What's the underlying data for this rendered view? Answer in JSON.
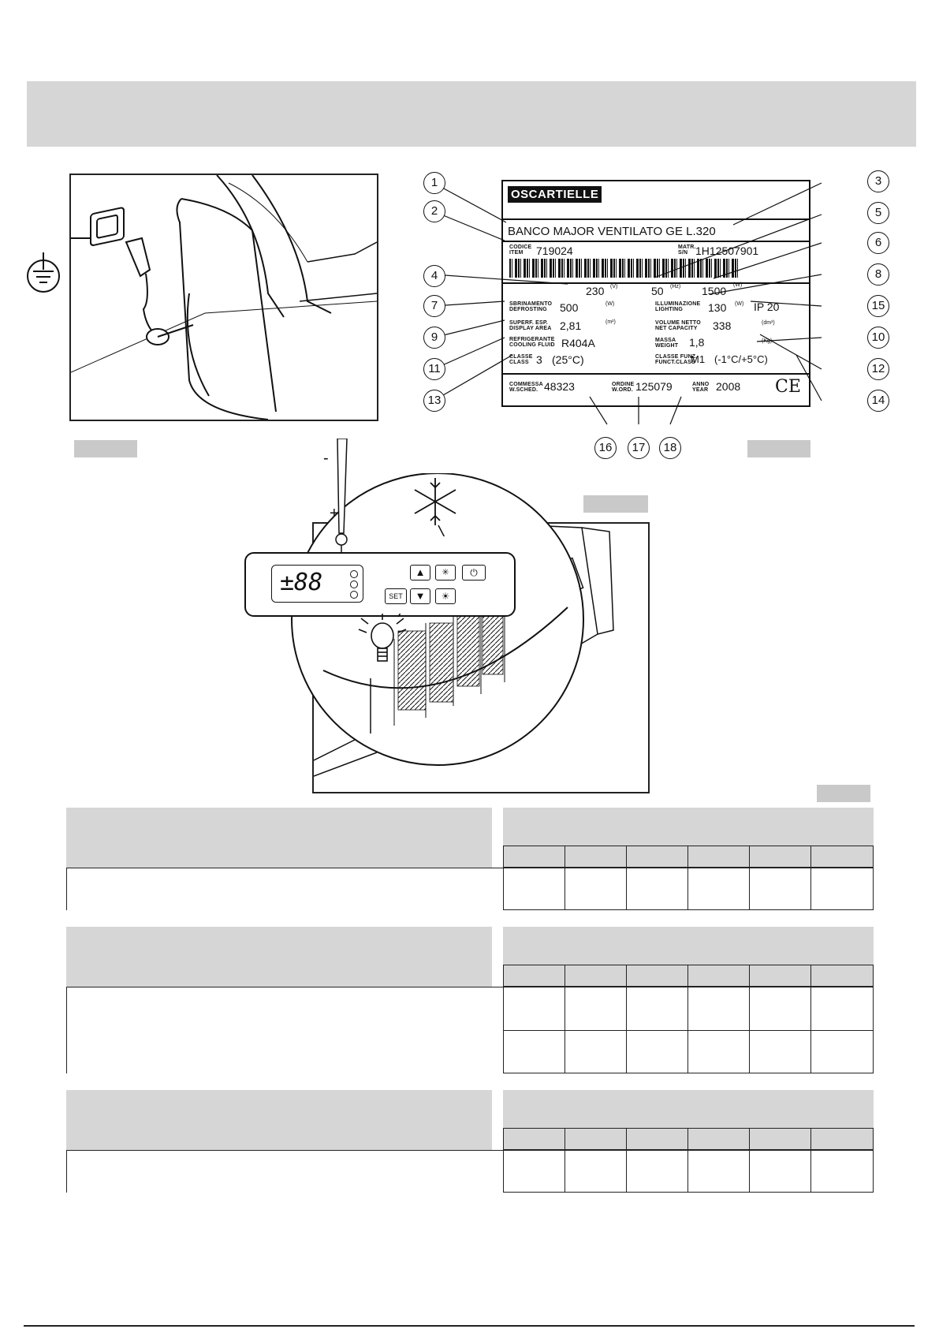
{
  "plate": {
    "brand": "OSCARTIELLE",
    "model": "BANCO MAJOR VENTILATO GE L.320",
    "codice_label": "CODICE",
    "item_label": "ITEM",
    "item": "719024",
    "matr_label": "MATR.",
    "sn_label": "S/N",
    "sn": "1H12507901",
    "voltage": "230",
    "voltage_unit": "(V)",
    "freq": "50",
    "freq_unit": "(Hz)",
    "power": "1500",
    "power_unit": "(W)",
    "sbrinamento_label": "SBRINAMENTO",
    "defrosting_label": "DEFROSTING",
    "defrost": "500",
    "defrost_unit": "(W)",
    "illuminazione_label": "ILLUMINAZIONE",
    "lighting_label": "LIGHTING",
    "lighting": "130",
    "lighting_unit": "(W)",
    "ip": "IP 20",
    "superf_label": "SUPERF. ESP.",
    "display_label": "DISPLAY AREA",
    "area": "2,81",
    "area_unit": "(m²)",
    "volume_label": "VOLUME NETTO",
    "capacity_label": "NET CAPACITY",
    "capacity": "338",
    "capacity_unit": "(dm³)",
    "refrig_label": "REFRIGERANTE",
    "cooling_label": "COOLING FLUID",
    "fluid": "R404A",
    "massa_label": "MASSA",
    "weight_label": "WEIGHT",
    "weight": "1,8",
    "weight_unit": "(Kg)",
    "classe_label": "CLASSE",
    "class_label": "CLASS",
    "class": "3",
    "class_temp": "(25°C)",
    "classe_funz_label": "CLASSE FUNZ.",
    "funct_label": "FUNCT.CLASS",
    "funct": "M1",
    "funct_range": "(-1°C/+5°C)",
    "commessa_label": "COMMESSA",
    "wsched_label": "W.SCHED.",
    "commessa": "48323",
    "ordine_label": "ORDINE",
    "word_label": "W.ORD.",
    "ordine": "125079",
    "anno_label": "ANNO",
    "year_label": "YEAR",
    "year": "2008",
    "ce": "CE"
  },
  "callouts": [
    "1",
    "2",
    "3",
    "4",
    "5",
    "6",
    "7",
    "8",
    "9",
    "10",
    "11",
    "12",
    "13",
    "14",
    "15",
    "16",
    "17",
    "18"
  ],
  "controller": {
    "display": "±88",
    "set_label": "SET",
    "minus": "-",
    "plus": "+"
  }
}
